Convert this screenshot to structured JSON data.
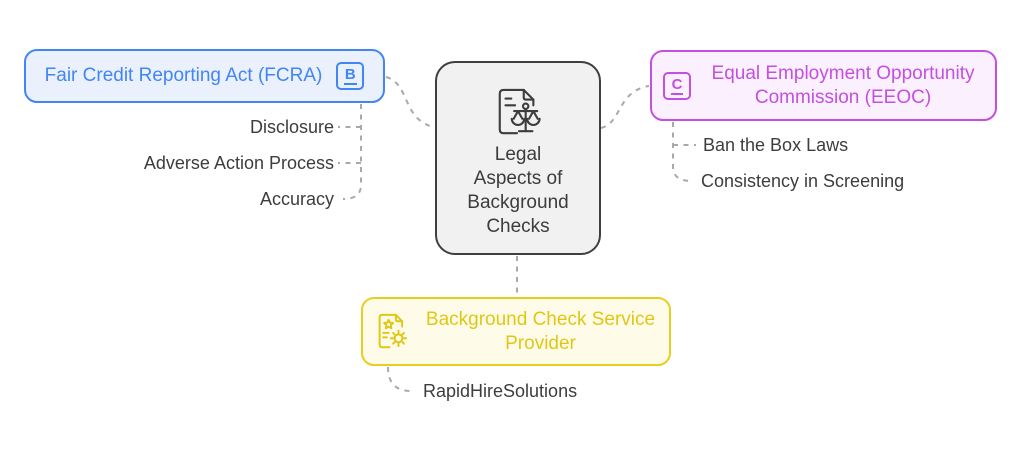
{
  "diagram": {
    "center": {
      "title": "Legal Aspects of Background Checks",
      "lines": [
        "Legal",
        "Aspects of",
        "Background",
        "Checks"
      ],
      "icon": "document-scales-icon"
    },
    "branches": {
      "fcra": {
        "label": "Fair Credit Reporting Act (FCRA)",
        "badge": "B",
        "children": [
          "Disclosure",
          "Adverse Action Process",
          "Accuracy"
        ]
      },
      "eeoc": {
        "label": "Equal Employment Opportunity Commission (EEOC)",
        "badge": "C",
        "children": [
          "Ban the Box Laws",
          "Consistency in Screening"
        ]
      },
      "provider": {
        "label": "Background Check Service Provider",
        "icon": "document-gear-icon",
        "children": [
          "RapidHireSolutions"
        ]
      }
    },
    "colors": {
      "fcra_accent": "#4285f4",
      "fcra_fill": "#eaf1fd",
      "eeoc_accent": "#c44fe0",
      "eeoc_fill": "#fbf1fe",
      "provider_accent": "#e0c716",
      "provider_border": "#e5cf1f",
      "provider_fill": "#fefce8",
      "center_border": "#3f3f3f",
      "center_fill": "#f1f1f1",
      "text": "#3d3d3d",
      "connector": "#a9a9a9"
    }
  }
}
